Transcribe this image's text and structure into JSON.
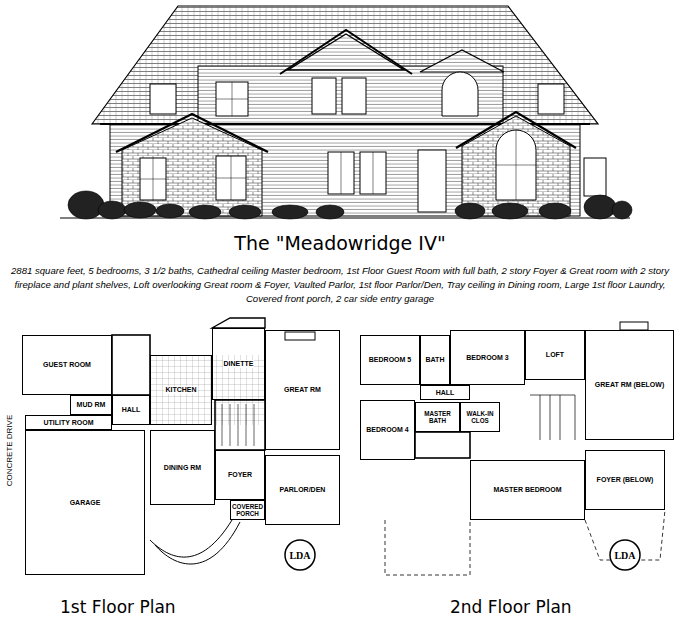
{
  "diagram": {
    "title": "The \"Meadowridge IV\"",
    "caption": "2881 square feet, 5 bedrooms, 3 1/2 baths, Cathedral ceiling Master bedroom, 1st Floor Guest Room with full bath, 2 story Foyer & Great room with 2 story fireplace and plant shelves, Loft overlooking Great room & Foyer, Vaulted Parlor, 1st floor Parlor/Den, Tray ceiling in Dining room, Large 1st floor Laundry, Covered front porch, 2 car side entry garage",
    "nodes": [
      {
        "text": [
          "GUEST ROOM"
        ]
      },
      {
        "text": [
          "DINETTE"
        ]
      },
      {
        "text": [
          "KITCHEN"
        ]
      },
      {
        "text": [
          "GREAT RM"
        ]
      },
      {
        "text": [
          "MUD RM"
        ]
      },
      {
        "text": [
          "HALL"
        ]
      },
      {
        "text": [
          "UTILITY ROOM"
        ]
      },
      {
        "text": [
          "DINING RM"
        ]
      },
      {
        "text": [
          "FOYER"
        ]
      },
      {
        "text": [
          "GARAGE"
        ]
      },
      {
        "text": [
          "PARLOR/DEN"
        ]
      },
      {
        "text": [
          "COVERED PORCH"
        ]
      },
      {
        "text": [
          "BEDROOM 5"
        ]
      },
      {
        "text": [
          "BATH"
        ]
      },
      {
        "text": [
          "BEDROOM 3"
        ]
      },
      {
        "text": [
          "LOFT"
        ]
      },
      {
        "text": [
          "GREAT RM (BELOW)"
        ]
      },
      {
        "text": [
          "HALL"
        ]
      },
      {
        "text": [
          "BEDROOM 4"
        ]
      },
      {
        "text": [
          "MASTER BATH"
        ]
      },
      {
        "text": [
          "WALK-IN CLOS"
        ]
      },
      {
        "text": [
          "MASTER BEDROOM"
        ]
      },
      {
        "text": [
          "FOYER (BELOW)"
        ]
      }
    ],
    "labels": [
      "CONCRETE DRIVE",
      "1st Floor Plan",
      "2nd Floor Plan",
      "LDA",
      "LDA"
    ]
  }
}
